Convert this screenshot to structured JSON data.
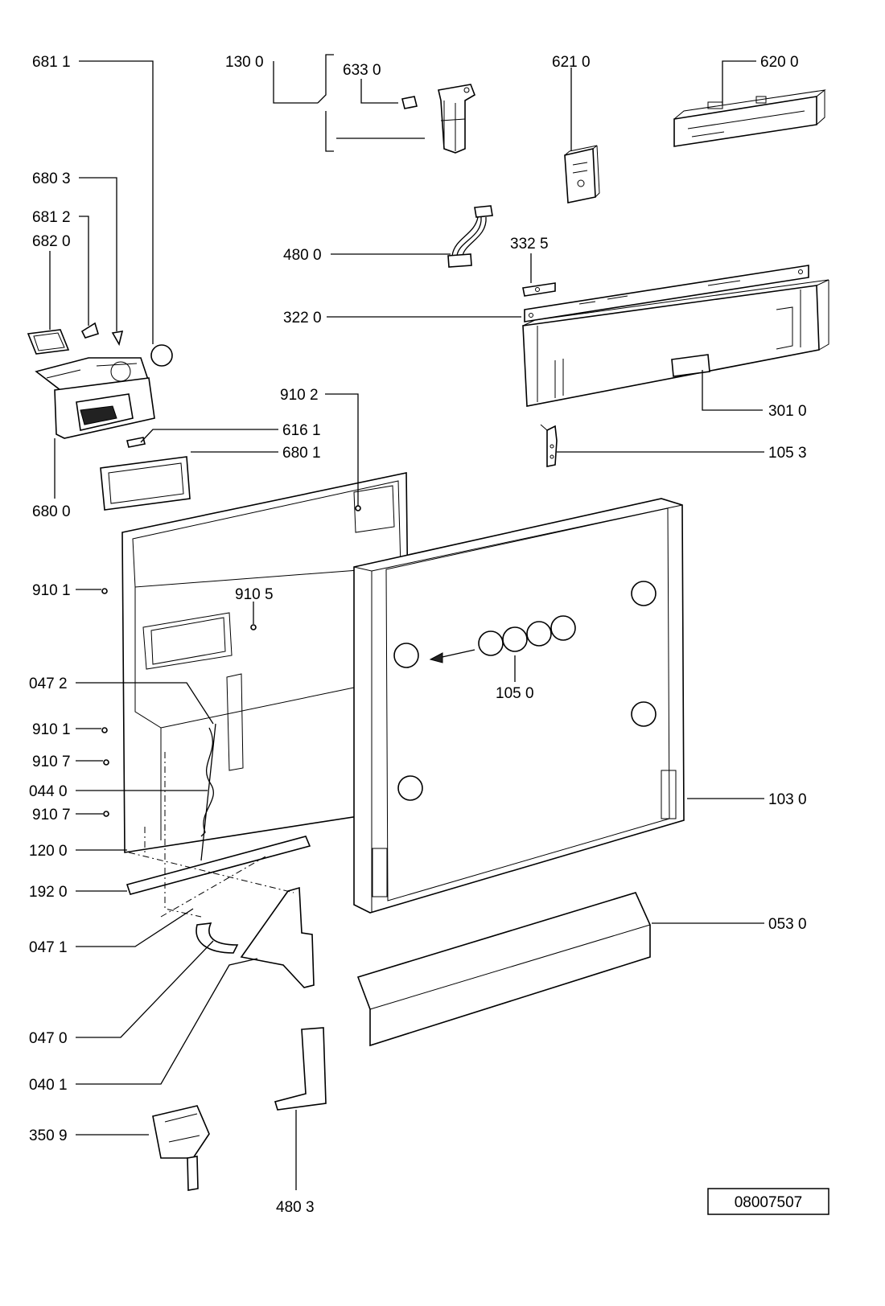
{
  "diagram": {
    "callouts": [
      {
        "id": "c6811",
        "text": "681 1"
      },
      {
        "id": "c1300",
        "text": "130 0"
      },
      {
        "id": "c6330",
        "text": "633 0"
      },
      {
        "id": "c6210",
        "text": "621 0"
      },
      {
        "id": "c6200",
        "text": "620 0"
      },
      {
        "id": "c6803",
        "text": "680 3"
      },
      {
        "id": "c6812",
        "text": "681 2"
      },
      {
        "id": "c6820",
        "text": "682 0"
      },
      {
        "id": "c4800",
        "text": "480 0"
      },
      {
        "id": "c3325",
        "text": "332 5"
      },
      {
        "id": "c3220",
        "text": "322 0"
      },
      {
        "id": "c9102",
        "text": "910 2"
      },
      {
        "id": "c3010",
        "text": "301 0"
      },
      {
        "id": "c6161",
        "text": "616 1"
      },
      {
        "id": "c6801",
        "text": "680 1"
      },
      {
        "id": "c1053",
        "text": "105 3"
      },
      {
        "id": "c6800",
        "text": "680 0"
      },
      {
        "id": "c9101a",
        "text": "910 1"
      },
      {
        "id": "c9105",
        "text": "910 5"
      },
      {
        "id": "c0472",
        "text": "047 2"
      },
      {
        "id": "c1050",
        "text": "105 0"
      },
      {
        "id": "c9101b",
        "text": "910 1"
      },
      {
        "id": "c9107a",
        "text": "910 7"
      },
      {
        "id": "c0440",
        "text": "044 0"
      },
      {
        "id": "c9107b",
        "text": "910 7"
      },
      {
        "id": "c1030",
        "text": "103 0"
      },
      {
        "id": "c1200",
        "text": "120 0"
      },
      {
        "id": "c1920",
        "text": "192 0"
      },
      {
        "id": "c0530",
        "text": "053 0"
      },
      {
        "id": "c0471",
        "text": "047 1"
      },
      {
        "id": "c0470",
        "text": "047 0"
      },
      {
        "id": "c0401",
        "text": "040 1"
      },
      {
        "id": "c3509",
        "text": "350 9"
      },
      {
        "id": "c4803",
        "text": "480 3"
      }
    ],
    "reference_number": "08007507"
  }
}
